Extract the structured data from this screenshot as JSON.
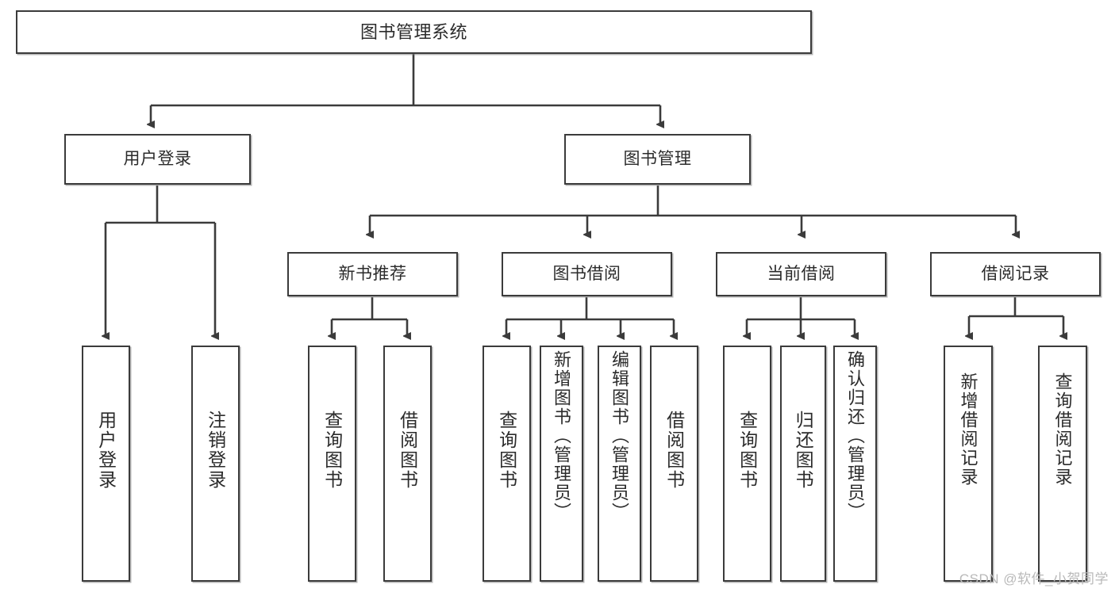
{
  "diagram": {
    "type": "tree",
    "title": "图书管理系统",
    "root": {
      "id": "root",
      "label": "图书管理系统"
    },
    "level2": [
      {
        "id": "user-login",
        "label": "用户登录"
      },
      {
        "id": "book-manage",
        "label": "图书管理"
      }
    ],
    "level3": [
      {
        "id": "new-book-rec",
        "label": "新书推荐",
        "parent": "book-manage"
      },
      {
        "id": "book-borrow",
        "label": "图书借阅",
        "parent": "book-manage"
      },
      {
        "id": "current-borrow",
        "label": "当前借阅",
        "parent": "book-manage"
      },
      {
        "id": "borrow-record",
        "label": "借阅记录",
        "parent": "book-manage"
      }
    ],
    "leaves": [
      {
        "id": "leaf-user-login",
        "label": "用户登录",
        "parent": "user-login"
      },
      {
        "id": "leaf-logout",
        "label": "注销登录",
        "parent": "user-login"
      },
      {
        "id": "leaf-query-book-1",
        "label": "查询图书",
        "parent": "new-book-rec"
      },
      {
        "id": "leaf-borrow-book-1",
        "label": "借阅图书",
        "parent": "new-book-rec"
      },
      {
        "id": "leaf-query-book-2",
        "label": "查询图书",
        "parent": "book-borrow"
      },
      {
        "id": "leaf-add-book",
        "label": "新增图书（管理员）",
        "parent": "book-borrow"
      },
      {
        "id": "leaf-edit-book",
        "label": "编辑图书（管理员）",
        "parent": "book-borrow"
      },
      {
        "id": "leaf-borrow-book-2",
        "label": "借阅图书",
        "parent": "book-borrow"
      },
      {
        "id": "leaf-query-book-3",
        "label": "查询图书",
        "parent": "current-borrow"
      },
      {
        "id": "leaf-return-book",
        "label": "归还图书",
        "parent": "current-borrow"
      },
      {
        "id": "leaf-confirm-return",
        "label": "确认归还（管理员）",
        "parent": "current-borrow"
      },
      {
        "id": "leaf-add-record",
        "label": "新增借阅记录",
        "parent": "borrow-record"
      },
      {
        "id": "leaf-query-record",
        "label": "查询借阅记录",
        "parent": "borrow-record"
      }
    ]
  },
  "watermark": {
    "text": "CSDN @软件_小贺同学"
  },
  "colors": {
    "stroke": "#3b3b3b",
    "box_fill": "#ffffff",
    "text": "#2b2b2b",
    "watermark": "#b9b9b9",
    "background": "#ffffff"
  }
}
